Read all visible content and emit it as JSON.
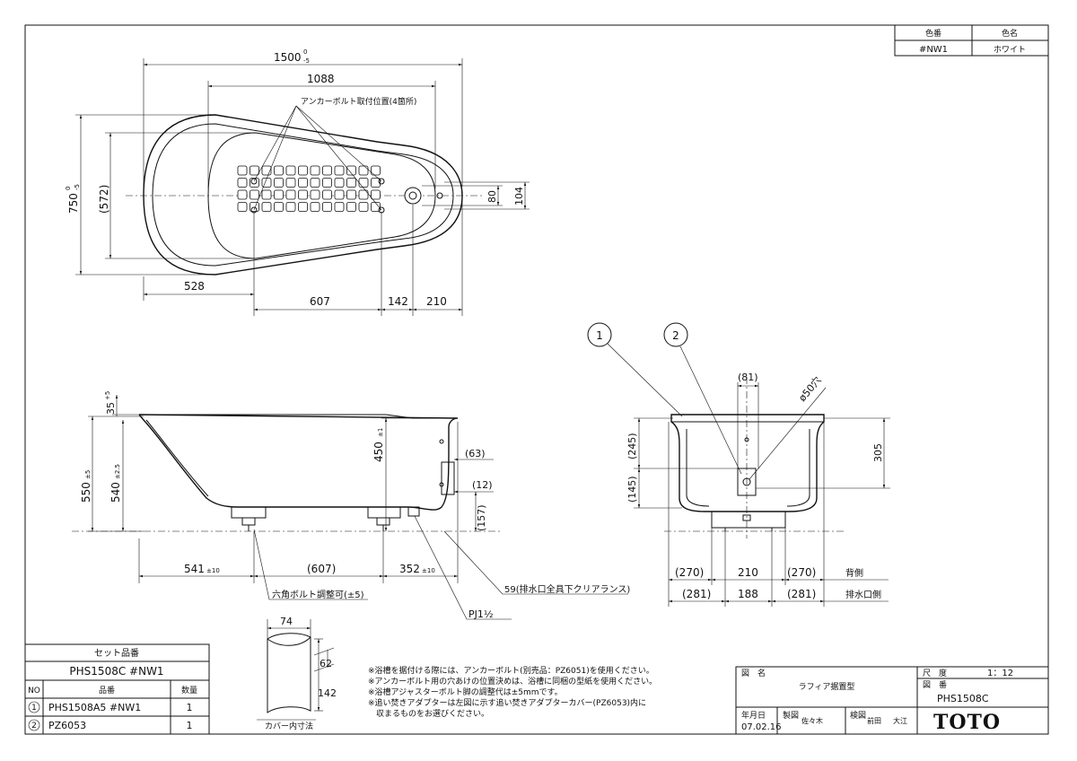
{
  "color_table": {
    "header_code": "色番",
    "header_name": "色名",
    "code": "#NW1",
    "name": "ホワイト"
  },
  "plan_view": {
    "dim_length": "1500",
    "dim_length_tol_top": "0",
    "dim_length_tol_bottom": "-5",
    "dim_inner": "1088",
    "dim_width": "750",
    "dim_width_tol_top": "0",
    "dim_width_tol_bottom": "-5",
    "dim_inner_width": "(572)",
    "anchor_label": "アンカーボルト取付位置(4箇所)",
    "dim_80": "80",
    "dim_104": "104",
    "dim_528": "528",
    "dim_607": "607",
    "dim_142": "142",
    "dim_210": "210"
  },
  "side_view": {
    "dim_35": "35",
    "dim_35_tol": "+5",
    "dim_550": "550",
    "dim_550_tol": "±5",
    "dim_540": "540",
    "dim_540_tol": "±2.5",
    "dim_450": "450",
    "dim_450_tol": "±1",
    "dim_63": "(63)",
    "dim_12": "(12)",
    "dim_157": "(157)",
    "dim_541": "541",
    "dim_541_tol": "±10",
    "dim_607p": "(607)",
    "dim_352": "352",
    "dim_352_tol": "±10",
    "hex_bolt": "六角ボルト調整可(±5)",
    "clearance": "59(排水口全具下クリアランス)",
    "pj": "PJ1½"
  },
  "end_view": {
    "balloon_1": "1",
    "balloon_2": "2",
    "dim_81": "(81)",
    "dim_phi50": "ø50穴",
    "dim_245": "(245)",
    "dim_145": "(145)",
    "dim_305": "305",
    "row1": [
      "(270)",
      "210",
      "(270)",
      "背側"
    ],
    "row2": [
      "(281)",
      "188",
      "(281)",
      "排水口側"
    ]
  },
  "cover": {
    "dim_74": "74",
    "dim_62": "62",
    "dim_142": "142",
    "caption": "カバー内寸法"
  },
  "set_table": {
    "title": "セット品番",
    "set_code": "PHS1508C #NW1",
    "header_no": "NO",
    "header_part": "品番",
    "header_qty": "数量",
    "rows": [
      {
        "no": "1",
        "part": "PHS1508A5 #NW1",
        "qty": "1"
      },
      {
        "no": "2",
        "part": "PZ6053",
        "qty": "1"
      }
    ]
  },
  "notes": [
    "※浴槽を据付ける際には、アンカーボルト(別売品：PZ6051)を使用ください。",
    "※アンカーボルト用の穴あけの位置決めは、浴槽に同梱の型紙を使用ください。",
    "※浴槽アジャスターボルト脚の調整代は±5mmです。",
    "※追い焚きアダプターは左図に示す追い焚きアダプターカバー(PZ6053)内に",
    "　収まるものをお選びください。"
  ],
  "title_block": {
    "label_drawing_name": "図　名",
    "drawing_name": "ラフィア据置型",
    "label_scale": "尺　度",
    "scale": "1：12",
    "label_drawing_no": "図　番",
    "drawing_no": "PHS1508C",
    "label_date": "年月日",
    "date": "07.02.16",
    "label_made": "製図",
    "maker": "佐々木",
    "label_check": "検図",
    "checker1": "前田",
    "checker2": "大江",
    "logo": "TOTO"
  }
}
